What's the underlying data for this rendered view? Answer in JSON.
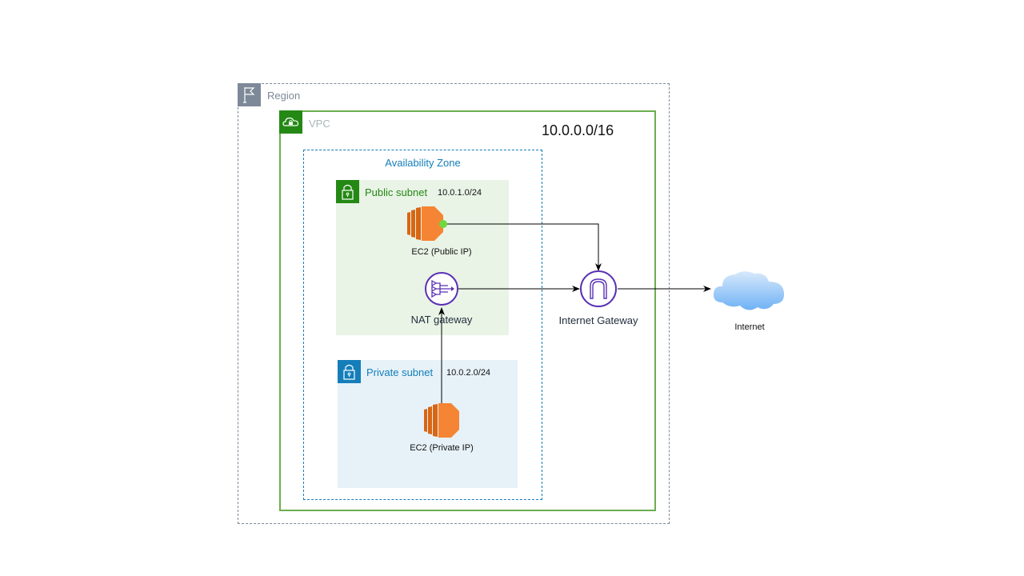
{
  "region": {
    "label": "Region",
    "icon": "flag-icon"
  },
  "vpc": {
    "label": "VPC",
    "icon": "cloud-lock-icon",
    "cidr": "10.0.0.0/16"
  },
  "availability_zone": {
    "label": "Availability Zone"
  },
  "public_subnet": {
    "label": "Public subnet",
    "cidr": "10.0.1.0/24",
    "icon": "lock-icon"
  },
  "private_subnet": {
    "label": "Private subnet",
    "cidr": "10.0.2.0/24",
    "icon": "lock-icon"
  },
  "nodes": {
    "ec2_public": {
      "label": "EC2 (Public IP)",
      "icon": "ec2-instance-icon"
    },
    "nat_gateway": {
      "label": "NAT gateway",
      "icon": "nat-gateway-icon"
    },
    "ec2_private": {
      "label": "EC2 (Private IP)",
      "icon": "ec2-instance-icon"
    },
    "internet_gateway": {
      "label": "Internet Gateway",
      "icon": "internet-gateway-icon"
    },
    "internet": {
      "label": "Internet",
      "icon": "cloud-icon"
    }
  },
  "edges": [
    {
      "from": "EC2 (Public IP)",
      "to": "Internet Gateway"
    },
    {
      "from": "NAT gateway",
      "to": "Internet Gateway"
    },
    {
      "from": "EC2 (Private IP)",
      "to": "NAT gateway"
    },
    {
      "from": "Internet Gateway",
      "to": "Internet"
    }
  ],
  "colors": {
    "region": "#7d8998",
    "vpc": "#6cae4f",
    "vpc_icon": "#248814",
    "az": "#147eba",
    "public_subnet_bg": "#e9f3e6",
    "private_subnet_bg": "#e6f2f8",
    "ec2": "#f58534",
    "gateway": "#5a30b5"
  }
}
